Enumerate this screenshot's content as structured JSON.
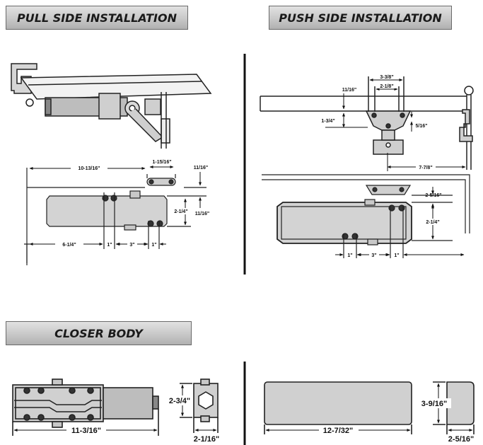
{
  "sections": {
    "pull": "PULL SIDE INSTALLATION",
    "push": "PUSH SIDE INSTALLATION",
    "closer_body": "CLOSER BODY"
  },
  "pull_dims": {
    "d1": "10-13/16\"",
    "d2": "1-15/16\"",
    "d3": "11/16\"",
    "d4": "2-1/4\"",
    "d5": "11/16\"",
    "d6": "6-1/4\"",
    "d7": "1\"",
    "d8": "3\"",
    "d9": "1\""
  },
  "push_dims": {
    "d1": "3-3/8\"",
    "d2": "2-1/8\"",
    "d3": "11/16\"",
    "d4": "1-3/4\"",
    "d5": "5/16\"",
    "d6": "7-7/8\"",
    "d7": "2-5/16\"",
    "d8": "2-1/4\"",
    "d9": "1\"",
    "d10": "3\"",
    "d11": "1\""
  },
  "body_dims": {
    "d1": "2-3/4\"",
    "d2": "11-3/16\"",
    "d3": "2-1/16\"",
    "d4": "3-9/16\"",
    "d5": "12-7/32\"",
    "d6": "2-5/16\""
  }
}
